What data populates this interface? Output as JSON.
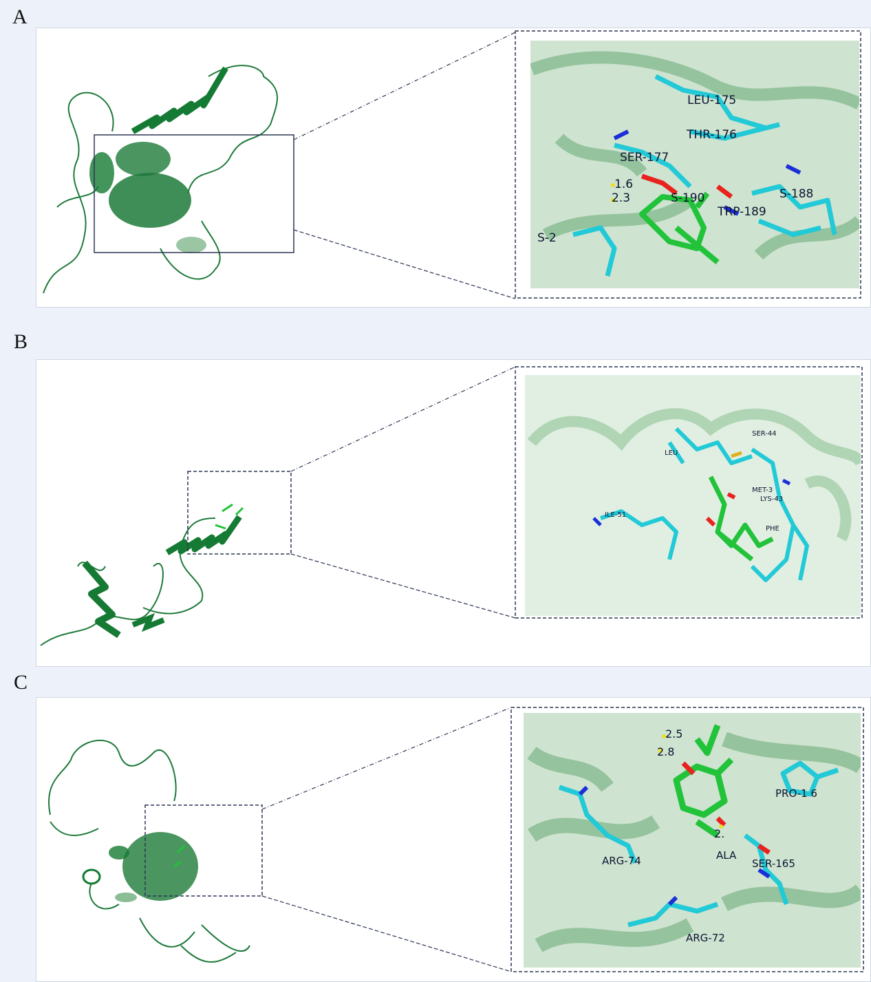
{
  "colors": {
    "page_bg": "#edf2fa",
    "panel_bg": "#ffffff",
    "protein": "#1e7a3a",
    "protein_light": "#6fae7c",
    "ligand": "#22c33a",
    "residue": "#22c9d6",
    "oxygen": "#e8231e",
    "nitrogen": "#1a2fd8",
    "hbond": "#e8e020",
    "frame": "#2c3554"
  },
  "panels": [
    {
      "letter": "A",
      "labels": [
        "LEU-175",
        "THR-176",
        "SER-177",
        "1.6",
        "2.3",
        "S-190",
        "TRP-189",
        "S-188",
        "S-2"
      ]
    },
    {
      "letter": "B",
      "labels": [
        "LEU",
        "SER-44",
        "MET-3",
        "LYS-43",
        "ILE-51",
        "PHE"
      ]
    },
    {
      "letter": "C",
      "labels": [
        "2.5",
        "2.8",
        "PRO-1 6",
        "2.",
        "ALA",
        "SER-165",
        "ARG-74",
        "ARG-72"
      ]
    }
  ]
}
